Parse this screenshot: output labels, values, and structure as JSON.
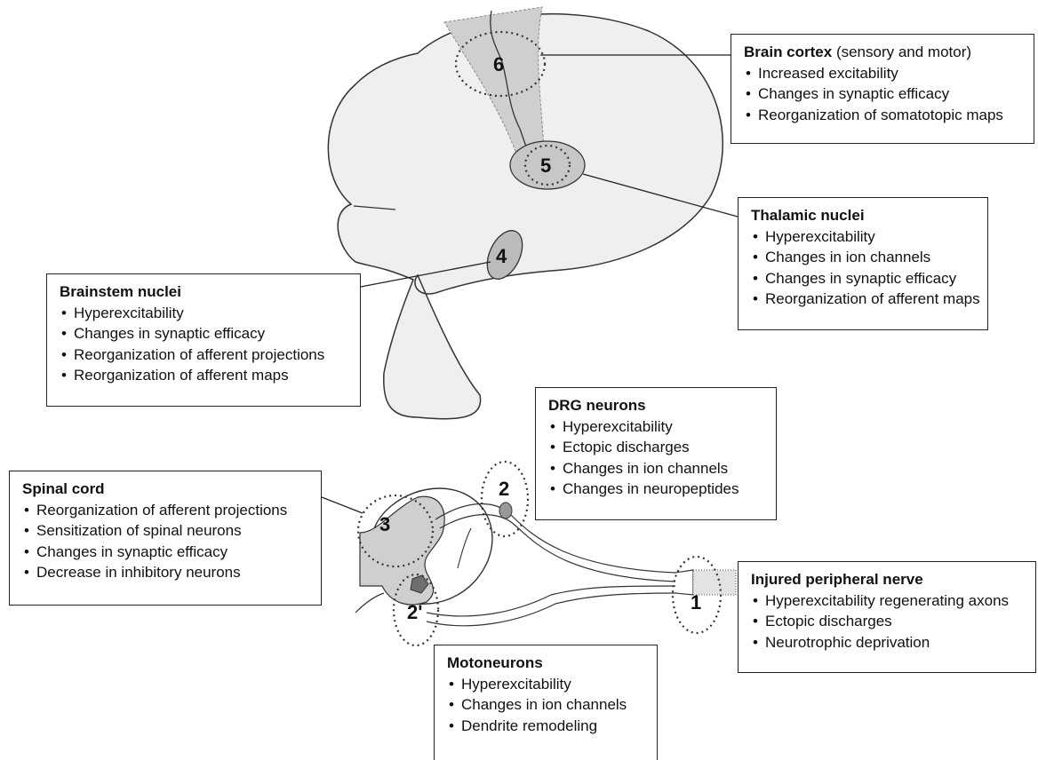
{
  "sites": {
    "cortex": "6",
    "thalamus": "5",
    "brainstem": "4",
    "spinal": "3",
    "drg": "2",
    "motoneuron": "2'",
    "nerve": "1"
  },
  "boxes": {
    "cortex": {
      "title": "Brain cortex",
      "subtitle": "(sensory and motor)",
      "items": [
        "Increased excitability",
        "Changes in synaptic efficacy",
        "Reorganization of somatotopic maps"
      ]
    },
    "thalamic": {
      "title": "Thalamic nuclei",
      "items": [
        "Hyperexcitability",
        "Changes in ion channels",
        "Changes in synaptic efficacy",
        "Reorganization of afferent maps"
      ]
    },
    "brainstem": {
      "title": "Brainstem nuclei",
      "items": [
        "Hyperexcitability",
        "Changes in synaptic efficacy",
        "Reorganization of afferent projections",
        "Reorganization of afferent maps"
      ]
    },
    "drg": {
      "title": "DRG neurons",
      "items": [
        "Hyperexcitability",
        "Ectopic discharges",
        "Changes in ion channels",
        "Changes in neuropeptides"
      ]
    },
    "spinal": {
      "title": "Spinal cord",
      "items": [
        "Reorganization of afferent projections",
        "Sensitization of spinal neurons",
        "Changes in synaptic efficacy",
        "Decrease in inhibitory neurons"
      ]
    },
    "nerve": {
      "title": "Injured peripheral nerve",
      "items": [
        "Hyperexcitability regenerating axons",
        "Ectopic discharges",
        "Neurotrophic deprivation"
      ]
    },
    "motoneurons": {
      "title": "Motoneurons",
      "items": [
        "Hyperexcitability",
        "Changes in ion channels",
        "Dendrite remodeling"
      ]
    }
  },
  "colors": {
    "brain_fill": "#efefef",
    "region_fill": "#cfcfcf",
    "nucleus_fill": "#b9b9b9",
    "outline": "#333333"
  }
}
